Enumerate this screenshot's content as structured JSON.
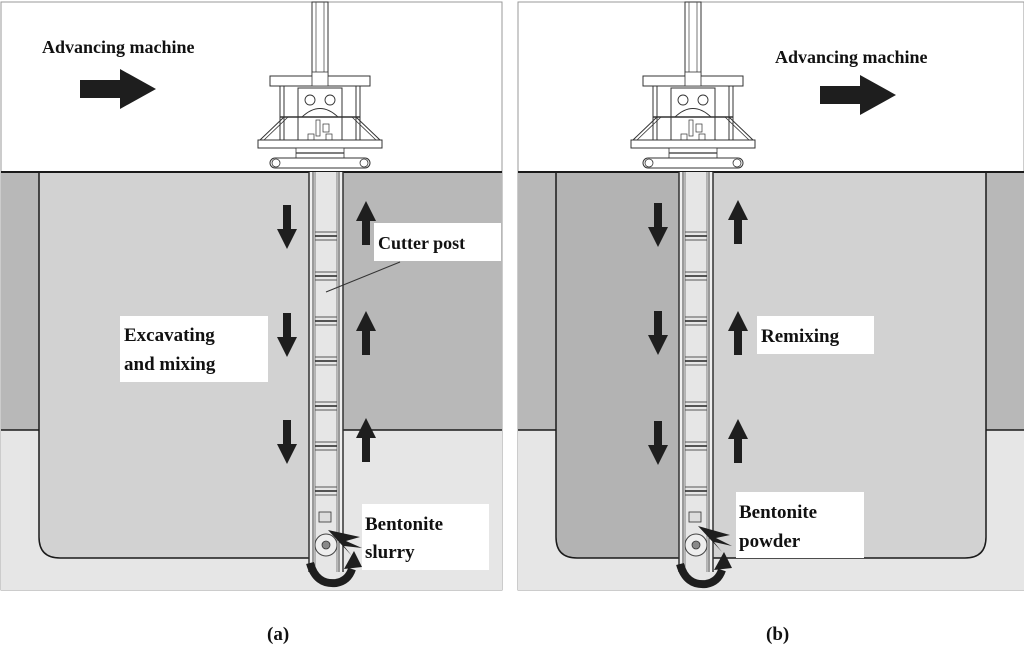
{
  "figure": {
    "panels": [
      {
        "id": "a",
        "caption": "(a)",
        "direction_label": "Advancing machine",
        "direction": "right",
        "process_label_lines": [
          "Excavating",
          "and mixing"
        ],
        "post_label": "Cutter post",
        "additive_label_lines": [
          "Bentonite",
          "slurry"
        ],
        "left_flow": "down",
        "right_flow": "up",
        "rotation": "clockwise"
      },
      {
        "id": "b",
        "caption": "(b)",
        "direction_label": "Advancing machine",
        "direction": "right",
        "process_label_lines": [
          "Remixing"
        ],
        "additive_label_lines": [
          "Bentonite",
          "powder"
        ],
        "left_flow": "down",
        "right_flow": "up",
        "rotation": "clockwise"
      }
    ],
    "colors": {
      "sky": "#ffffff",
      "mixed_zone": "#d2d2d2",
      "unmixed_soil": "#b8b8b8",
      "lower_layer": "#e6e6e6",
      "post": "#e8e8e8",
      "arrow": "#1e1e1e",
      "outline": "#1a1a1a"
    }
  }
}
